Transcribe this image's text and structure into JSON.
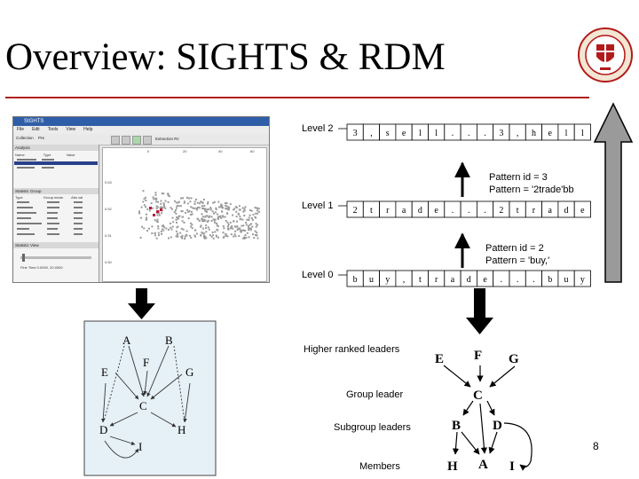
{
  "slide": {
    "title": "Overview: SIGHTS & RDM",
    "page_number": "8"
  },
  "app": {
    "window_title": "SIGHTS",
    "menu": [
      "File",
      "Edit",
      "Tools",
      "View",
      "Help"
    ],
    "tabs": [
      "Collection",
      "Pre"
    ],
    "toolbar_label": "Extraction Rz",
    "panels": {
      "analysis": "Analysis",
      "statistic_group": "Statistic Group",
      "statistic_view": "Statistic View"
    },
    "analysis_columns": [
      "Name",
      "Type",
      "Value"
    ],
    "statistics_columns": [
      "Type",
      "Group mean",
      "Abs val"
    ],
    "time_range": "Fine Time 0.0000, 20.0000",
    "plot_yticks": [
      "0.63",
      "0.52",
      "0.51",
      "0.50"
    ],
    "plot_xticks": [
      "0",
      "20",
      "40",
      "60"
    ]
  },
  "levels": [
    {
      "label": "Level 2",
      "cells": [
        "3",
        ",",
        "s",
        "e",
        "l",
        "l",
        ".",
        ".",
        ".",
        "3",
        ",",
        "h",
        "e",
        "l",
        "l"
      ]
    },
    {
      "label": "Level 1",
      "cells": [
        "2",
        "t",
        "r",
        "a",
        "d",
        "e",
        ".",
        ".",
        ".",
        "2",
        "t",
        "r",
        "a",
        "d",
        "e"
      ]
    },
    {
      "label": "Level 0",
      "cells": [
        "b",
        "u",
        "y",
        ",",
        "t",
        "r",
        "a",
        "d",
        "e",
        ".",
        ".",
        ".",
        "b",
        "u",
        "y"
      ]
    }
  ],
  "patterns": [
    {
      "id": "Pattern id = 3",
      "pattern": "Pattern = '2trade'bb"
    },
    {
      "id": "Pattern id = 2",
      "pattern": "Pattern = 'buy,'"
    }
  ],
  "hierarchy": {
    "labels": {
      "higher": "Higher ranked leaders",
      "group": "Group leader",
      "subgroup": "Subgroup leaders",
      "members": "Members"
    },
    "nodes": {
      "higher": [
        "E",
        "F",
        "G"
      ],
      "group": "C",
      "subgroup": [
        "B",
        "D"
      ],
      "members": [
        "H",
        "A",
        "I"
      ]
    }
  },
  "graph_panel": {
    "nodes": [
      "A",
      "B",
      "E",
      "F",
      "G",
      "C",
      "D",
      "H",
      "I"
    ]
  },
  "colors": {
    "title_rule": "#b31b1b",
    "graph_panel_bg": "#e6f0f7",
    "arrow": "#000000",
    "big_arrow": "#9a9a9a"
  }
}
